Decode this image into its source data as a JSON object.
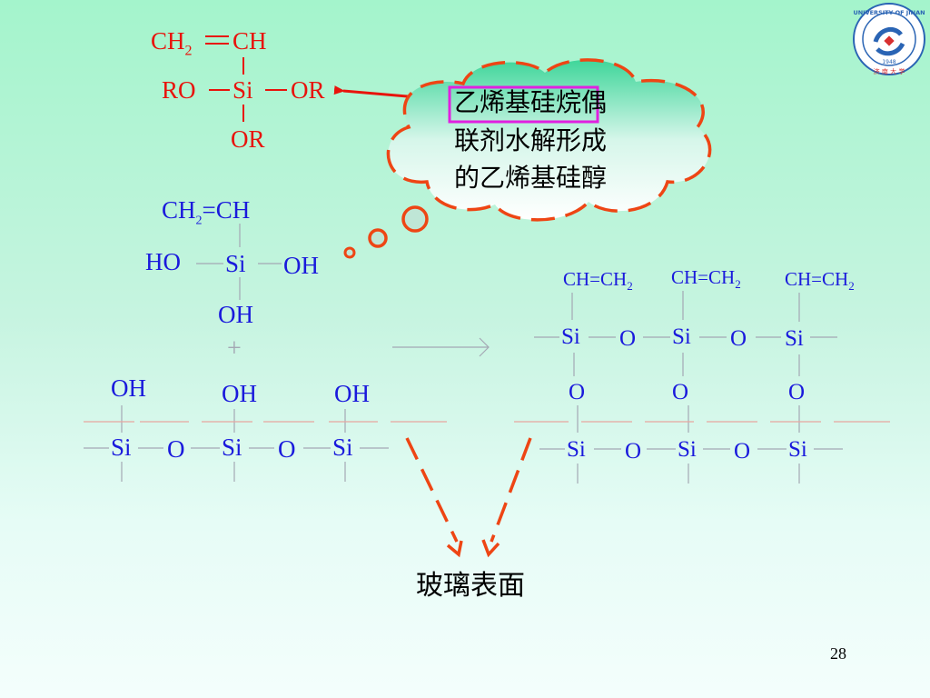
{
  "reagent": {
    "ch2": "CH",
    "ch2_sub": "2",
    "ch": "CH",
    "ro": "RO",
    "si": "Si",
    "or_right": "OR",
    "or_bottom": "OR"
  },
  "callout": {
    "line1": "乙烯基硅烷偶",
    "line2": "联剂水解形成",
    "line3": "的乙烯基硅醇"
  },
  "silanol": {
    "vinyl": "CH",
    "vinyl_sub": "2",
    "vinyl_rest": "=CH",
    "ho": "HO",
    "si": "Si",
    "oh_right": "OH",
    "oh_bottom": "OH",
    "plus": "+"
  },
  "glass_left": {
    "oh": [
      "OH",
      "OH",
      "OH"
    ],
    "si": [
      "Si",
      "Si",
      "Si"
    ],
    "o": [
      "O",
      "O"
    ]
  },
  "product": {
    "vinyl_main": "CH=CH",
    "vinyl_sub": "2",
    "si_top": [
      "Si",
      "Si",
      "Si"
    ],
    "o_top": [
      "O",
      "O"
    ],
    "o_bridge": [
      "O",
      "O",
      "O"
    ],
    "si_bottom": [
      "Si",
      "Si",
      "Si"
    ],
    "o_bottom": [
      "O",
      "O"
    ]
  },
  "surface_label": "玻璃表面",
  "page_number": "28",
  "logo": {
    "text": "UNIVERSITY OF JINAN",
    "year": "1948",
    "cn": "济 南 大 学"
  },
  "colors": {
    "reagent": "#e8130c",
    "structures": "#1a1adc",
    "callout_border": "#ee4514",
    "highlight_box": "#e020e0",
    "logo_blue": "#2a64b4"
  }
}
